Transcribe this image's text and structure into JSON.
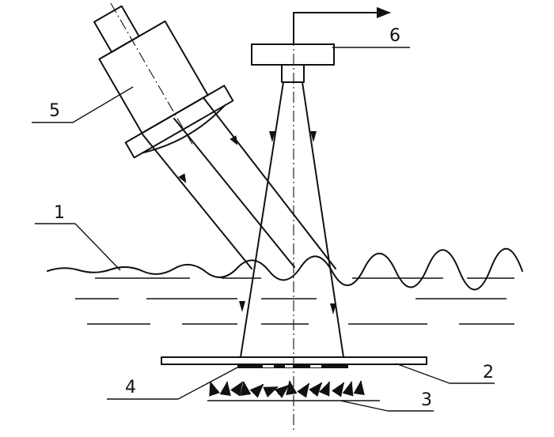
{
  "labels": {
    "l1": "1",
    "l2": "2",
    "l3": "3",
    "l4": "4",
    "l5": "5",
    "l6": "6"
  },
  "icons": [
    "tilted-emitter-icon",
    "receiver-camera-icon",
    "output-arrow-icon",
    "ray-arrow-icon"
  ]
}
